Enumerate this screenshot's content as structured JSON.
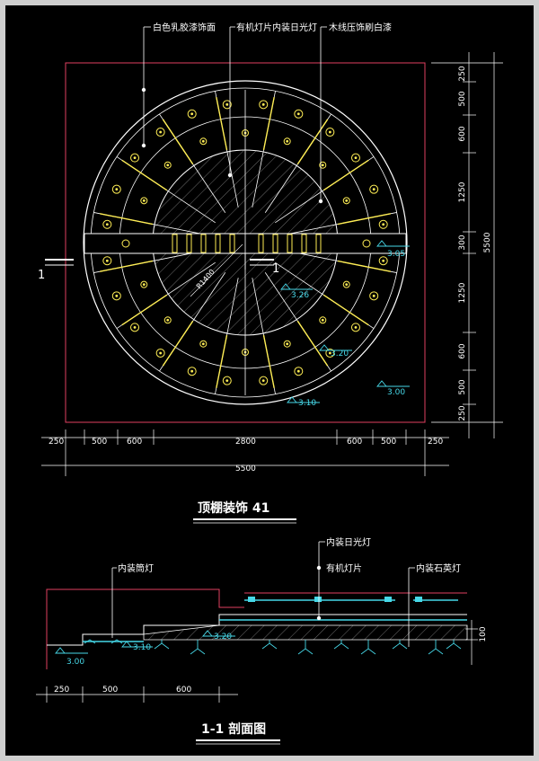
{
  "plan": {
    "title": "顶棚装饰 41",
    "callouts": [
      "白色乳胶漆饰面",
      "有机灯片内装日光灯",
      "木线压饰刷白漆"
    ],
    "section_marker": "1",
    "radius_label": "R1400",
    "elevations": [
      "3.05",
      "3.26",
      "3.20",
      "3.10",
      "3.00"
    ],
    "dims_bottom": [
      "250",
      "500",
      "600",
      "2800",
      "600",
      "500",
      "250"
    ],
    "dim_total_bottom": "5500",
    "dims_right": [
      "250",
      "500",
      "600",
      "1250",
      "300",
      "1250",
      "600",
      "500",
      "250"
    ],
    "dim_total_right": "5500"
  },
  "section": {
    "title": "1-1 剖面图",
    "callouts": [
      "内装筒灯",
      "内装日光灯",
      "有机灯片",
      "内装石英灯"
    ],
    "elevations": [
      "3.00",
      "3.10",
      "3.20"
    ],
    "dims_bottom": [
      "250",
      "500",
      "600"
    ],
    "dim_right": "100"
  }
}
